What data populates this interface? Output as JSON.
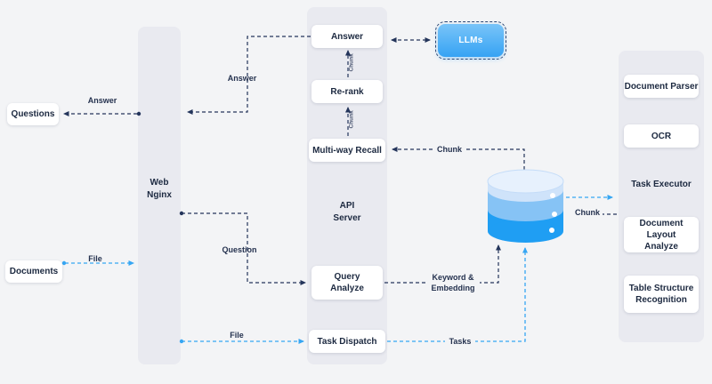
{
  "diagram": {
    "nodes": {
      "questions": "Questions",
      "documents": "Documents",
      "web_nginx": "Web\nNginx",
      "answer": "Answer",
      "rerank": "Re-rank",
      "multiway_recall": "Multi-way Recall",
      "api_server": "API\nServer",
      "query_analyze": "Query\nAnalyze",
      "task_dispatch": "Task Dispatch",
      "llms": "LLMs",
      "document_parser": "Document Parser",
      "ocr": "OCR",
      "task_executor": "Task Executor",
      "document_layout_analyze": "Document Layout\nAnalyze",
      "table_structure_recognition": "Table Structure\nRecognition"
    },
    "edge_labels": {
      "answer_to_questions": "Answer",
      "answer_to_nginx": "Answer",
      "question": "Question",
      "chunk_recall_to_rerank": "Chunk",
      "chunk_rerank_to_answer": "Chunk",
      "chunk_db_to_recall": "Chunk",
      "chunk_db_executor": "Chunk",
      "keyword_embedding": "Keyword &\nEmbedding",
      "file_documents": "File",
      "file_nginx": "File",
      "tasks": "Tasks"
    },
    "colors": {
      "flow_dark": "#24355b",
      "flow_blue": "#36a6f3",
      "llms_fill": "#36a3f4",
      "db_top": "#cfe3fa",
      "db_middle": "#86c3f5",
      "db_bottom": "#1f9ef3",
      "background": "#f3f4f6",
      "column_fill": "#e9eaf0"
    }
  }
}
